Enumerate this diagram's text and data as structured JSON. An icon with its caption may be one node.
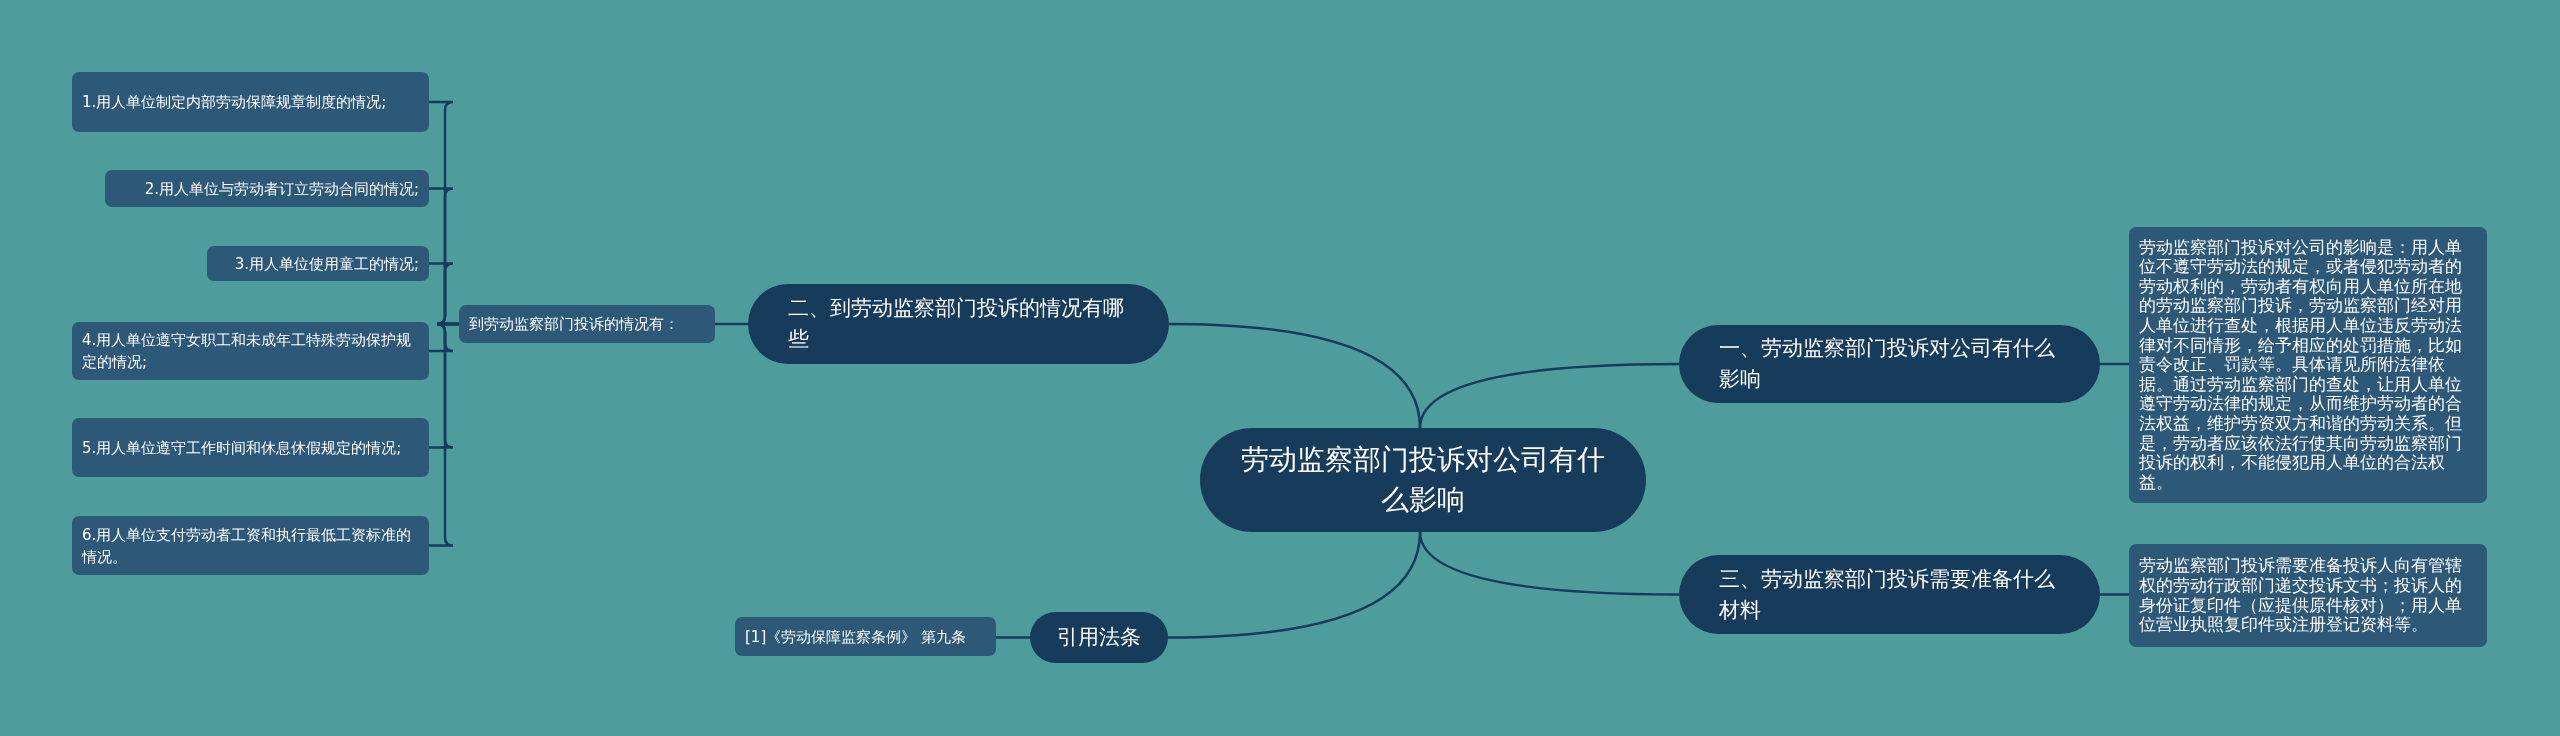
{
  "diagram": {
    "nodes": [
      {
        "text": [
          "劳动监察部门投诉对公司有什么影响"
        ]
      },
      {
        "text": [
          "二、到劳动监察部门投诉的情况有哪些"
        ]
      },
      {
        "text": [
          "到劳动监察部门投诉的情况有："
        ]
      },
      {
        "text": [
          "1.用人单位制定内部劳动保障规章制度的情况;"
        ]
      },
      {
        "text": [
          "2.用人单位与劳动者订立劳动合同的情况;"
        ]
      },
      {
        "text": [
          "3.用人单位使用童工的情况;"
        ]
      },
      {
        "text": [
          "4.用人单位遵守女职工和未成年工特殊劳动保护规定的情况;"
        ]
      },
      {
        "text": [
          "5.用人单位遵守工作时间和休息休假规定的情况;"
        ]
      },
      {
        "text": [
          "6.用人单位支付劳动者工资和执行最低工资标准的情况。"
        ]
      },
      {
        "text": [
          "一、劳动监察部门投诉对公司有什么影响"
        ]
      },
      {
        "text": [
          "劳动监察部门投诉对公司的影响是：用人单位不遵守劳动法的规定，或者侵犯劳动者的劳动权利的，劳动者有权向用人单位所在地的劳动监察部门投诉，劳动监察部门经对用人单位进行查处，根据用人单位违反劳动法律对不同情形，给予相应的处罚措施，比如责令改正、罚款等。具体请见所附法律依据。通过劳动监察部门的查处，让用人单位遵守劳动法律的规定，从而维护劳动者的合法权益，维护劳资双方和谐的劳动关系。但是，劳动者应该依法行使其向劳动监察部门投诉的权利，不能侵犯用人单位的合法权益。"
        ]
      },
      {
        "text": [
          "三、劳动监察部门投诉需要准备什么材料"
        ]
      },
      {
        "text": [
          "劳动监察部门投诉需要准备投诉人向有管辖权的劳动行政部门递交投诉文书；投诉人的身份证复印件（应提供原件核对）；用人单位营业执照复印件或注册登记资料等。"
        ]
      },
      {
        "text": [
          "引用法条"
        ]
      },
      {
        "text": [
          "[1]《劳动保障监察条例》 第九条"
        ]
      }
    ],
    "edges": [
      {
        "from": 0,
        "to": 1,
        "arrow": "none"
      },
      {
        "from": 1,
        "to": 2,
        "arrow": "none"
      },
      {
        "from": 2,
        "to": 3,
        "arrow": "none"
      },
      {
        "from": 2,
        "to": 4,
        "arrow": "none"
      },
      {
        "from": 2,
        "to": 5,
        "arrow": "none"
      },
      {
        "from": 2,
        "to": 6,
        "arrow": "none"
      },
      {
        "from": 2,
        "to": 7,
        "arrow": "none"
      },
      {
        "from": 2,
        "to": 8,
        "arrow": "none"
      },
      {
        "from": 0,
        "to": 9,
        "arrow": "none"
      },
      {
        "from": 9,
        "to": 10,
        "arrow": "none"
      },
      {
        "from": 0,
        "to": 11,
        "arrow": "none"
      },
      {
        "from": 11,
        "to": 12,
        "arrow": "none"
      },
      {
        "from": 0,
        "to": 13,
        "arrow": "none"
      },
      {
        "from": 13,
        "to": 14,
        "arrow": "none"
      }
    ]
  }
}
